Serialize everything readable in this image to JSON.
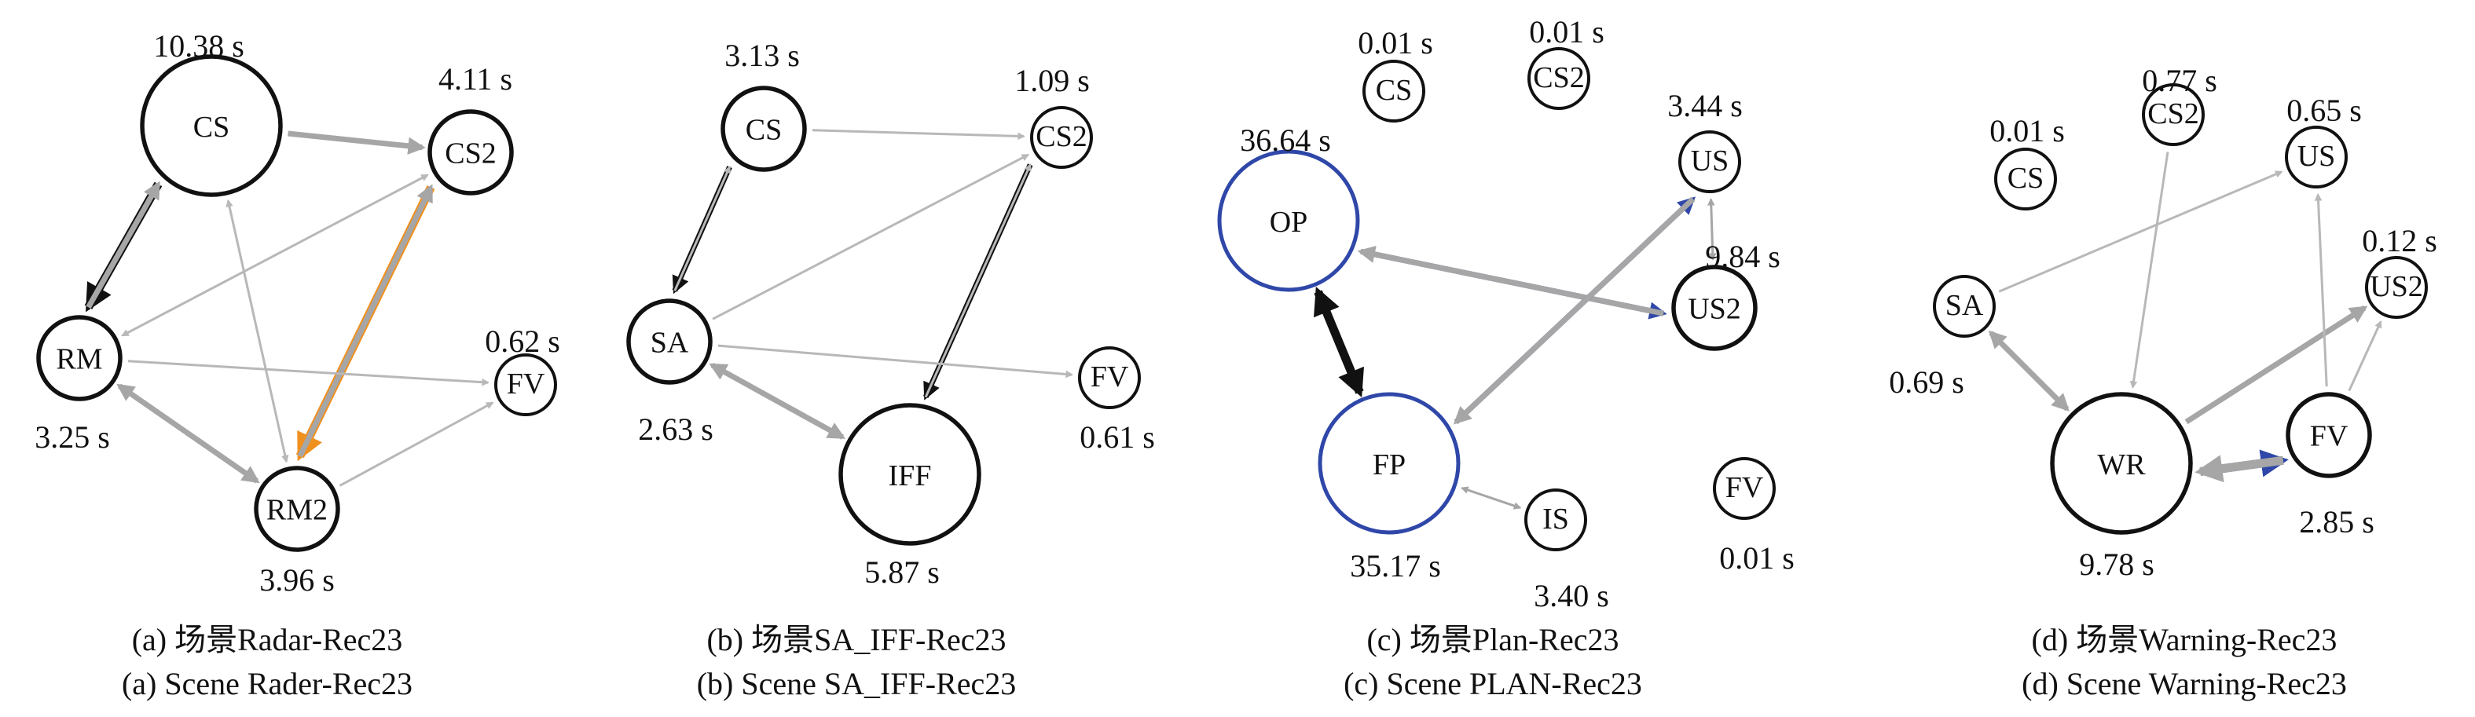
{
  "colors": {
    "black": "#111111",
    "gray": "#a6a6a6",
    "light": "#b8b8b8",
    "orange": "#f0901e",
    "blue": "#2f47a8"
  },
  "panels": [
    {
      "id": "a",
      "caption_cn": "(a) 场景Radar-Rec23",
      "caption_en": "(a) Scene Rader-Rec23",
      "nodes": [
        {
          "id": "CS",
          "label": "CS",
          "time": "10.38 s",
          "size": "large",
          "color": "black"
        },
        {
          "id": "CS2",
          "label": "CS2",
          "time": "4.11 s",
          "size": "medium",
          "color": "black"
        },
        {
          "id": "RM",
          "label": "RM",
          "time": "3.25 s",
          "size": "medium",
          "color": "black"
        },
        {
          "id": "FV",
          "label": "FV",
          "time": "0.62 s",
          "size": "small",
          "color": "black"
        },
        {
          "id": "RM2",
          "label": "RM2",
          "time": "3.96 s",
          "size": "medium",
          "color": "black"
        }
      ],
      "edges": [
        {
          "from": "CS",
          "to": "CS2",
          "weight": "medium",
          "color": "gray",
          "direction": "forward"
        },
        {
          "from": "CS",
          "to": "RM",
          "weight": "heavy",
          "color": "black",
          "direction": "forward"
        },
        {
          "from": "RM",
          "to": "CS",
          "weight": "medium",
          "color": "gray",
          "direction": "forward"
        },
        {
          "from": "CS2",
          "to": "RM",
          "weight": "thin",
          "color": "light",
          "direction": "both"
        },
        {
          "from": "CS",
          "to": "RM2",
          "weight": "thin",
          "color": "light",
          "direction": "both"
        },
        {
          "from": "CS2",
          "to": "RM2",
          "weight": "heavy",
          "color": "orange",
          "direction": "forward"
        },
        {
          "from": "RM2",
          "to": "CS2",
          "weight": "medium",
          "color": "gray",
          "direction": "forward"
        },
        {
          "from": "RM",
          "to": "FV",
          "weight": "thin",
          "color": "light",
          "direction": "forward"
        },
        {
          "from": "RM",
          "to": "RM2",
          "weight": "medium",
          "color": "gray",
          "direction": "both"
        },
        {
          "from": "RM2",
          "to": "FV",
          "weight": "thin",
          "color": "light",
          "direction": "forward"
        }
      ]
    },
    {
      "id": "b",
      "caption_cn": "(b) 场景SA_IFF-Rec23",
      "caption_en": "(b) Scene SA_IFF-Rec23",
      "nodes": [
        {
          "id": "CS",
          "label": "CS",
          "time": "3.13 s",
          "size": "medium",
          "color": "black"
        },
        {
          "id": "CS2",
          "label": "CS2",
          "time": "1.09 s",
          "size": "small",
          "color": "black"
        },
        {
          "id": "SA",
          "label": "SA",
          "time": "2.63 s",
          "size": "medium",
          "color": "black"
        },
        {
          "id": "FV",
          "label": "FV",
          "time": "0.61 s",
          "size": "small",
          "color": "black"
        },
        {
          "id": "IFF",
          "label": "IFF",
          "time": "5.87 s",
          "size": "large",
          "color": "black"
        }
      ],
      "edges": [
        {
          "from": "CS",
          "to": "CS2",
          "weight": "thin",
          "color": "light",
          "direction": "forward"
        },
        {
          "from": "CS",
          "to": "SA",
          "weight": "medium",
          "color": "black",
          "direction": "forward"
        },
        {
          "from": "SA",
          "to": "CS",
          "weight": "thin",
          "color": "light",
          "direction": "forward"
        },
        {
          "from": "SA",
          "to": "CS2",
          "weight": "thin",
          "color": "light",
          "direction": "forward"
        },
        {
          "from": "CS2",
          "to": "IFF",
          "weight": "medium",
          "color": "black",
          "direction": "forward"
        },
        {
          "from": "IFF",
          "to": "CS2",
          "weight": "thin",
          "color": "light",
          "direction": "forward"
        },
        {
          "from": "SA",
          "to": "FV",
          "weight": "thin",
          "color": "light",
          "direction": "forward"
        },
        {
          "from": "SA",
          "to": "IFF",
          "weight": "medium",
          "color": "gray",
          "direction": "both"
        }
      ]
    },
    {
      "id": "c",
      "caption_cn": "(c) 场景Plan-Rec23",
      "caption_en": "(c) Scene PLAN-Rec23",
      "nodes": [
        {
          "id": "CS",
          "label": "CS",
          "time": "0.01 s",
          "size": "small",
          "color": "black"
        },
        {
          "id": "CS2",
          "label": "CS2",
          "time": "0.01 s",
          "size": "small",
          "color": "black"
        },
        {
          "id": "US",
          "label": "US",
          "time": "3.44 s",
          "size": "small",
          "color": "black"
        },
        {
          "id": "OP",
          "label": "OP",
          "time": "36.64 s",
          "size": "xlarge",
          "color": "blue"
        },
        {
          "id": "US2",
          "label": "US2",
          "time": "9.84 s",
          "size": "medium",
          "color": "black"
        },
        {
          "id": "FP",
          "label": "FP",
          "time": "35.17 s",
          "size": "xlarge",
          "color": "blue"
        },
        {
          "id": "IS",
          "label": "IS",
          "time": "3.40 s",
          "size": "small",
          "color": "black"
        },
        {
          "id": "FV",
          "label": "FV",
          "time": "0.01 s",
          "size": "small",
          "color": "black"
        }
      ],
      "edges": [
        {
          "from": "OP",
          "to": "US2",
          "weight": "medium",
          "color": "blue",
          "direction": "forward"
        },
        {
          "from": "US2",
          "to": "OP",
          "weight": "medium",
          "color": "gray",
          "direction": "forward"
        },
        {
          "from": "FP",
          "to": "US",
          "weight": "medium",
          "color": "blue",
          "direction": "forward"
        },
        {
          "from": "US",
          "to": "FP",
          "weight": "medium",
          "color": "gray",
          "direction": "forward"
        },
        {
          "from": "OP",
          "to": "FP",
          "weight": "heavy",
          "color": "black",
          "direction": "both"
        },
        {
          "from": "US",
          "to": "US2",
          "weight": "thin",
          "color": "gray",
          "direction": "both"
        },
        {
          "from": "FP",
          "to": "IS",
          "weight": "thin",
          "color": "gray",
          "direction": "both"
        }
      ]
    },
    {
      "id": "d",
      "caption_cn": "(d) 场景Warning-Rec23",
      "caption_en": "(d) Scene Warning-Rec23",
      "nodes": [
        {
          "id": "CS",
          "label": "CS",
          "time": "0.01 s",
          "size": "small",
          "color": "black"
        },
        {
          "id": "CS2",
          "label": "CS2",
          "time": "0.77 s",
          "size": "small",
          "color": "black"
        },
        {
          "id": "US",
          "label": "US",
          "time": "0.65 s",
          "size": "small",
          "color": "black"
        },
        {
          "id": "SA",
          "label": "SA",
          "time": "0.69 s",
          "size": "small",
          "color": "black"
        },
        {
          "id": "US2",
          "label": "US2",
          "time": "0.12 s",
          "size": "small",
          "color": "black"
        },
        {
          "id": "WR",
          "label": "WR",
          "time": "9.78 s",
          "size": "large",
          "color": "black"
        },
        {
          "id": "FV",
          "label": "FV",
          "time": "2.85 s",
          "size": "medium",
          "color": "black"
        }
      ],
      "edges": [
        {
          "from": "SA",
          "to": "US",
          "weight": "thin",
          "color": "light",
          "direction": "forward"
        },
        {
          "from": "CS2",
          "to": "WR",
          "weight": "thin",
          "color": "light",
          "direction": "forward"
        },
        {
          "from": "SA",
          "to": "WR",
          "weight": "medium",
          "color": "gray",
          "direction": "both"
        },
        {
          "from": "WR",
          "to": "US2",
          "weight": "medium",
          "color": "gray",
          "direction": "forward"
        },
        {
          "from": "FV",
          "to": "US",
          "weight": "thin",
          "color": "light",
          "direction": "forward"
        },
        {
          "from": "FV",
          "to": "US2",
          "weight": "thin",
          "color": "light",
          "direction": "forward"
        },
        {
          "from": "WR",
          "to": "FV",
          "weight": "heavy",
          "color": "blue",
          "direction": "forward"
        },
        {
          "from": "FV",
          "to": "WR",
          "weight": "heavy",
          "color": "gray",
          "direction": "forward"
        }
      ]
    }
  ]
}
